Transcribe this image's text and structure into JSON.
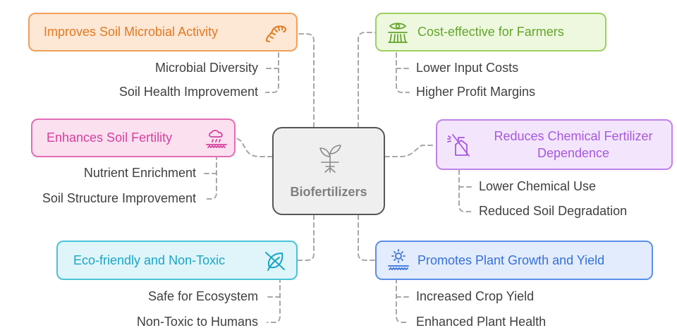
{
  "center": {
    "title": "Biofertilizers",
    "icon": "sprout-icon"
  },
  "branches": [
    {
      "id": "microbial",
      "label": "Improves Soil Microbial Activity",
      "icon": "worm-icon",
      "color": "#f0a05a",
      "fill": "#fde7d5",
      "text_color": "#e07b22",
      "items": [
        "Microbial Diversity",
        "Soil Health Improvement"
      ]
    },
    {
      "id": "fertility",
      "label": "Enhances Soil Fertility",
      "icon": "soil-rain-icon",
      "color": "#e26db4",
      "fill": "#fbe0f0",
      "text_color": "#d4409e",
      "items": [
        "Nutrient Enrichment",
        "Soil Structure Improvement"
      ]
    },
    {
      "id": "eco",
      "label": "Eco-friendly and Non-Toxic",
      "icon": "leaf-slash-icon",
      "color": "#49c2d8",
      "fill": "#dff5fa",
      "text_color": "#1aa5c5",
      "items": [
        "Safe for Ecosystem",
        "Non-Toxic to Humans"
      ]
    },
    {
      "id": "cost",
      "label": "Cost-effective for Farmers",
      "icon": "field-eye-icon",
      "color": "#9cd05c",
      "fill": "#eef8df",
      "text_color": "#63a52a",
      "items": [
        "Lower Input Costs",
        "Higher Profit Margins"
      ]
    },
    {
      "id": "chemical",
      "label": "Reduces Chemical Fertilizer Dependence",
      "label_lines": [
        "Reduces Chemical Fertilizer",
        "Dependence"
      ],
      "icon": "sprayer-slash-icon",
      "color": "#c281ec",
      "fill": "#f3e6fc",
      "text_color": "#a857dd",
      "items": [
        "Lower Chemical Use",
        "Reduced Soil Degradation"
      ]
    },
    {
      "id": "growth",
      "label": "Promotes Plant Growth and Yield",
      "icon": "sun-growth-icon",
      "color": "#5b8fe8",
      "fill": "#e3ecfc",
      "text_color": "#3470d8",
      "items": [
        "Increased Crop Yield",
        "Enhanced Plant Health"
      ]
    }
  ]
}
